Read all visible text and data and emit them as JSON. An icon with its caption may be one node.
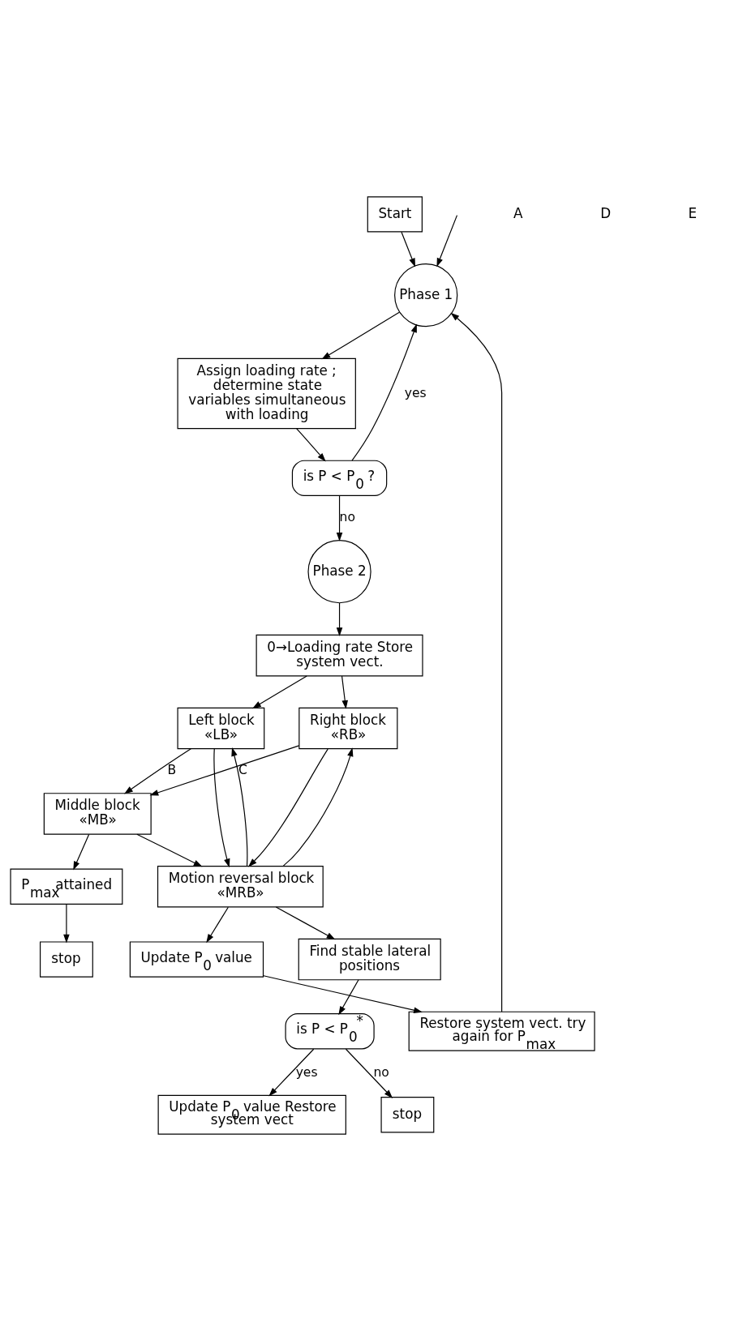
{
  "diagram": {
    "nodes": [
      {
        "text": [
          "Start"
        ]
      },
      {
        "text": [
          "Phase 1"
        ]
      },
      {
        "text": [
          "Assign loading rate ; determine state variables simultaneous with loading"
        ]
      },
      {
        "text": [
          "is P < P$_{0}$ ?"
        ]
      },
      {
        "text": [
          "Phase 2"
        ]
      },
      {
        "text": [
          "0→Loading rate Store system vect."
        ]
      },
      {
        "text": [
          "Left block «LB»"
        ]
      },
      {
        "text": [
          "Right block «RB»"
        ]
      },
      {
        "text": [
          "stop"
        ]
      },
      {
        "text": [
          "P$_{max}$attained"
        ]
      },
      {
        "text": [
          "Middle block «MB»"
        ]
      },
      {
        "text": [
          "Motion reversal block «MRB»"
        ]
      },
      {
        "text": [
          "Update P$_{0}$ value"
        ]
      },
      {
        "text": [
          "Find stable lateral positions"
        ]
      },
      {
        "text": [
          "Restore system vect. try again for P$_{max}$"
        ]
      },
      {
        "text": [
          "is P < P$_{0}$$^{*}$"
        ]
      },
      {
        "text": [
          "Update P$_{0}$ value Restore system vect"
        ]
      },
      {
        "text": [
          "stop"
        ]
      }
    ],
    "edges": [
      {
        "from": 0,
        "to": 1,
        "arrow": "to"
      },
      {
        "from": null,
        "to": 1,
        "arrow": "to"
      },
      {
        "from": 1,
        "to": 2,
        "arrow": "to"
      },
      {
        "from": 2,
        "to": 3,
        "arrow": "to"
      },
      {
        "from": 3,
        "to": 1,
        "arrow": "to",
        "label": "yes"
      },
      {
        "from": 3,
        "to": 4,
        "arrow": "to",
        "label": "no"
      },
      {
        "from": 4,
        "to": 5,
        "arrow": "to"
      },
      {
        "from": 5,
        "to": 6,
        "arrow": "to"
      },
      {
        "from": 5,
        "to": 7,
        "arrow": "to"
      },
      {
        "from": 6,
        "to": 10,
        "arrow": "to",
        "label": "B"
      },
      {
        "from": 7,
        "to": 10,
        "arrow": "to",
        "label": "C"
      },
      {
        "from": 10,
        "to": 9,
        "arrow": "to"
      },
      {
        "from": 9,
        "to": 8,
        "arrow": "to"
      },
      {
        "from": 6,
        "to": 11,
        "arrow": "to"
      },
      {
        "from": 10,
        "to": 11,
        "arrow": "to"
      },
      {
        "from": 7,
        "to": 11,
        "arrow": "to"
      },
      {
        "from": 11,
        "to": 6,
        "arrow": "to"
      },
      {
        "from": 11,
        "to": 7,
        "arrow": "to"
      },
      {
        "from": 11,
        "to": 12,
        "arrow": "to"
      },
      {
        "from": 11,
        "to": 13,
        "arrow": "to"
      },
      {
        "from": 12,
        "to": 14,
        "arrow": "to"
      },
      {
        "from": 14,
        "to": 1,
        "arrow": "to"
      },
      {
        "from": 13,
        "to": 15,
        "arrow": "to"
      },
      {
        "from": 15,
        "to": 16,
        "arrow": "to",
        "label": "yes"
      },
      {
        "from": 15,
        "to": 17,
        "arrow": "to",
        "label": "no"
      }
    ],
    "labels": [
      "A",
      "D",
      "E"
    ]
  }
}
